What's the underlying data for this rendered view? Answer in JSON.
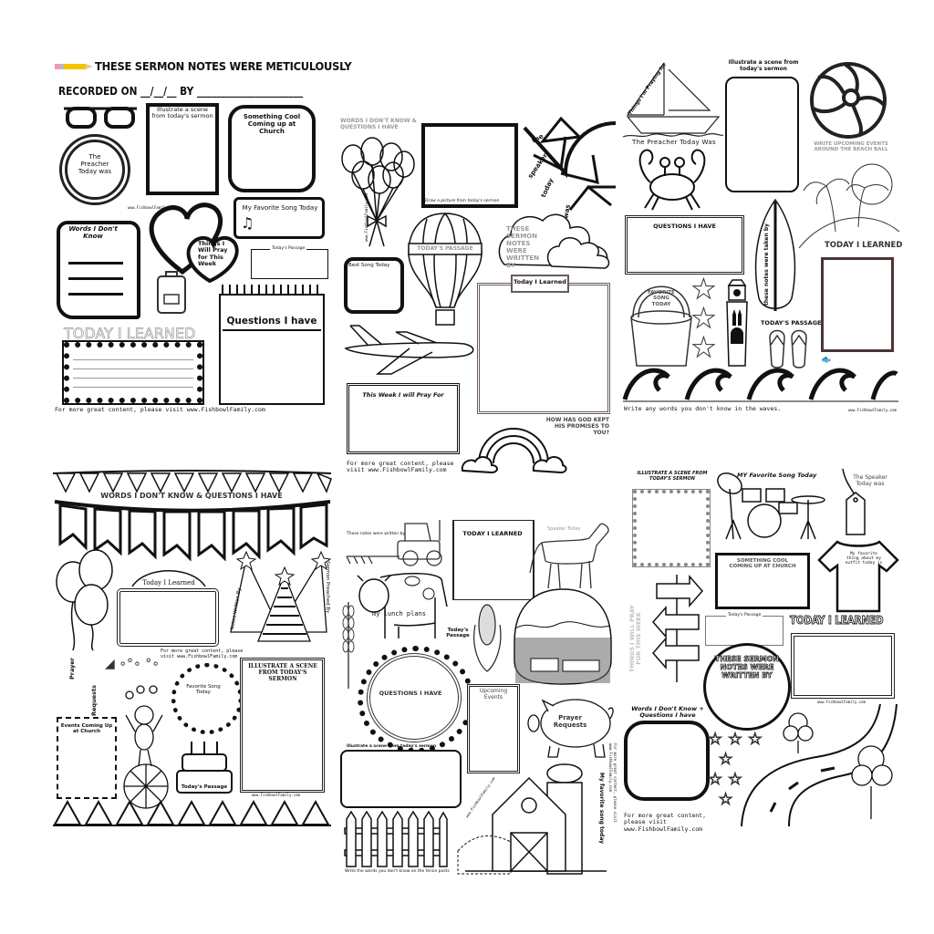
{
  "sheet1": {
    "title": "THESE SERMON NOTES WERE METICULOUSLY",
    "recorded": "RECORDED ON __/__/__ BY ______________________",
    "preacher": "The Preacher Today was",
    "illustrate": "Illustrate a scene from today's sermon",
    "something_cool": "Something Cool Coming up at Church",
    "favorite_song": "My Favorite Song Today",
    "pray": "Things I Will Pray for This Week",
    "passage": "Today's Passage",
    "words": "Words I Don't Know",
    "today_learned": "TODAY I LEARNED",
    "questions": "Questions I have",
    "footer": "For more great content, please visit www.FishbowlFamily.com",
    "watermark": "www.FishbowlFamily.com"
  },
  "sheet2": {
    "words": "WORDS I DON'T KNOW & QUESTIONS I HAVE",
    "draw": "Draw a picture from today's sermon",
    "speaker": [
      "the",
      "speaker",
      "today",
      "was"
    ],
    "passage": "TODAY'S PASSAGE",
    "written_by": "THESE SERMON NOTES WERE WRITTEN BY",
    "best_song": "Best Song Today",
    "today_learned": "Today I Learned",
    "pray": "This Week I will Pray For",
    "promises": "HOW HAS GOD KEPT HIS PROMISES TO YOU?",
    "footer": "For more great content, please visit www.FishbowlFamily.com",
    "watermark": "www.FishbowlFamily.com"
  },
  "sheet3": {
    "praying": "Things I'm Praying for",
    "preacher": "The Preacher Today Was",
    "illustrate": "Illustrate a scene from today's sermon",
    "events": "WRITE UPCOMING EVENTS AROUND THE BEACH BALL",
    "questions": "QUESTIONS I HAVE",
    "taken_by": "these notes were taken by",
    "today_learned": "TODAY I LEARNED",
    "favorite_song": "FAVORITE SONG TODAY",
    "passage": "TODAY'S PASSAGE",
    "waves": "Write any words you don't know in the waves.",
    "watermark": "www.FishbowlFamily.com"
  },
  "sheet4": {
    "words": "WORDS I DON'T KNOW & QUESTIONS I HAVE",
    "today_learned": "Today I Learned",
    "notes_by": "Notes Written By",
    "preached_by": "Sermon Preached By",
    "prayer": "Prayer",
    "requests": "Requests",
    "footer": "For more great content, please visit www.FishbowlFamily.com",
    "favorite_song": "Favorite Song Today",
    "illustrate": "ILLUSTRATE A SCENE FROM TODAY'S SERMON",
    "events": "Events Coming Up at Church",
    "passage": "Today's Passage",
    "watermark": "www.FishbowlFamily.com"
  },
  "sheet5": {
    "written_by": "These notes were written by",
    "today_learned": "TODAY I LEARNED",
    "speaker": "Speaker Today",
    "lunch": "my lunch plans",
    "passage": "Today's Passage",
    "questions": "QUESTIONS I HAVE",
    "events": "Upcoming Events",
    "prayer": "Prayer Requests",
    "illustrate": "Illustrate a scene from today's sermon",
    "fence": "Write the words you don't know on the fence posts",
    "song": "My favorite song today",
    "footer": "For more great content, please visit www.FishbowlFamily.com",
    "watermark": "www.FishbowlFamily.com"
  },
  "sheet6": {
    "illustrate": "ILLUSTRATE A SCENE FROM TODAY'S SERMON",
    "song": "MY Favorite Song Today",
    "speaker": "The Speaker Today was",
    "outfit": "My favorite thing about my outfit today is",
    "something_cool": "SOMETHING COOL COMING UP AT CHURCH",
    "pray": "THINGS I WILL PRAY FOR THIS WEEK",
    "passage": "Today's Passage",
    "today_learned": "TODAY I LEARNED",
    "written_by": "THESE SERMON NOTES WERE WRITTEN BY",
    "words": "Words I Don't Know + Questions I have",
    "footer": "For more great content, please visit www.FishbowlFamily.com",
    "watermark": "www.FishbowlFamily.com"
  }
}
